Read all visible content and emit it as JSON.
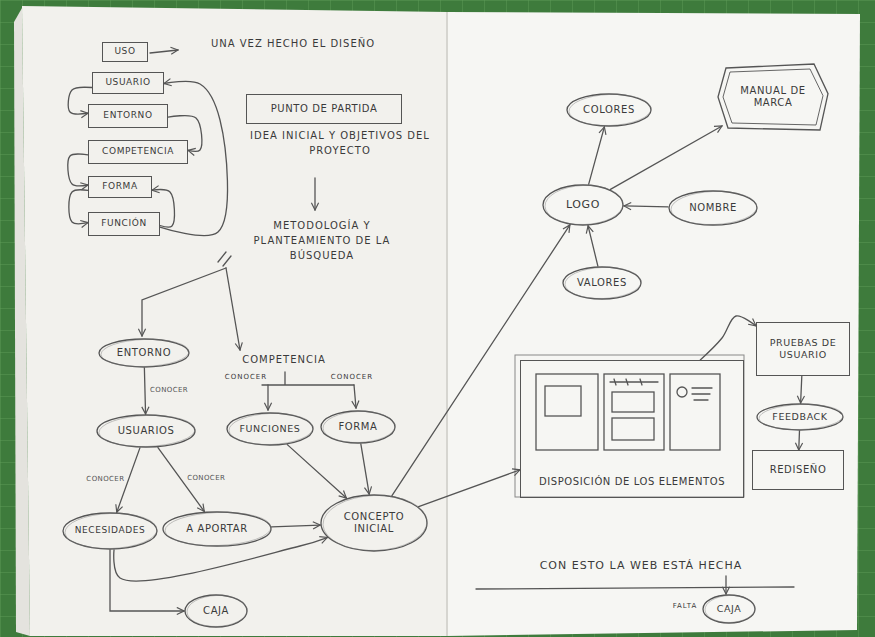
{
  "diagram": {
    "nodes": [
      {
        "text": [
          "USO"
        ]
      },
      {
        "text": [
          "USUARIO"
        ]
      },
      {
        "text": [
          "ENTORNO"
        ]
      },
      {
        "text": [
          "COMPETENCIA"
        ]
      },
      {
        "text": [
          "FORMA"
        ]
      },
      {
        "text": [
          "FUNCIÓN"
        ]
      },
      {
        "text": [
          "PUNTO DE PARTIDA"
        ]
      },
      {
        "text": [
          "ENTORNO"
        ]
      },
      {
        "text": [
          "USUARIOS"
        ]
      },
      {
        "text": [
          "FUNCIONES"
        ]
      },
      {
        "text": [
          "FORMA"
        ]
      },
      {
        "text": [
          "NECESIDADES"
        ]
      },
      {
        "text": [
          "A APORTAR"
        ]
      },
      {
        "text": [
          "CONCEPTO INICIAL"
        ]
      },
      {
        "text": [
          "CAJA"
        ]
      },
      {
        "text": [
          "COLORES"
        ]
      },
      {
        "text": [
          "MANUAL DE MARCA"
        ]
      },
      {
        "text": [
          "LOGO"
        ]
      },
      {
        "text": [
          "NOMBRE"
        ]
      },
      {
        "text": [
          "VALORES"
        ]
      },
      {
        "text": [
          "DISPOSICIÓN DE LOS ELEMENTOS"
        ]
      },
      {
        "text": [
          "PRUEBAS DE USUARIO"
        ]
      },
      {
        "text": [
          "FEEDBACK"
        ]
      },
      {
        "text": [
          "REDISEÑO"
        ]
      },
      {
        "text": [
          "CAJA"
        ]
      }
    ],
    "edges": [
      {
        "from": 1,
        "to": 2,
        "arrow": "to"
      },
      {
        "from": 2,
        "to": 3,
        "arrow": "to"
      },
      {
        "from": 3,
        "to": 4,
        "arrow": "to"
      },
      {
        "from": 4,
        "to": 5,
        "arrow": "to"
      },
      {
        "from": 5,
        "to": 1,
        "arrow": "to"
      },
      {
        "from": 5,
        "to": 4,
        "arrow": "to"
      },
      {
        "from": 7,
        "to": 8,
        "label": "CONOCER",
        "arrow": "to"
      },
      {
        "from": 8,
        "to": 11,
        "label": "CONOCER",
        "arrow": "to"
      },
      {
        "from": 8,
        "to": 12,
        "label": "CONOCER",
        "arrow": "to"
      },
      {
        "from": 9,
        "to": 13,
        "arrow": "to"
      },
      {
        "from": 10,
        "to": 13,
        "arrow": "to"
      },
      {
        "from": 12,
        "to": 13,
        "arrow": "to"
      },
      {
        "from": 11,
        "to": 13,
        "arrow": "to"
      },
      {
        "from": 11,
        "to": 14,
        "arrow": "to"
      },
      {
        "from": 13,
        "to": 20,
        "arrow": "to"
      },
      {
        "from": 13,
        "to": 17,
        "arrow": "to"
      },
      {
        "from": 17,
        "to": 15,
        "arrow": "to"
      },
      {
        "from": 17,
        "to": 16,
        "arrow": "to"
      },
      {
        "from": 18,
        "to": 17,
        "arrow": "to"
      },
      {
        "from": 19,
        "to": 17,
        "arrow": "to"
      },
      {
        "from": 20,
        "to": 21,
        "arrow": "to"
      },
      {
        "from": 21,
        "to": 22,
        "arrow": "to"
      },
      {
        "from": 22,
        "to": 23,
        "arrow": "to"
      }
    ],
    "labels": [
      "UNA VEZ HECHO EL DISEÑO",
      "IDEA INICIAL Y OBJETIVOS DEL PROYECTO",
      "METODOLOGÍA Y PLANTEAMIENTO DE LA BÚSQUEDA",
      "COMPETENCIA",
      "CONOCER",
      "CONOCER",
      "CON ESTO LA WEB ESTÁ HECHA",
      "FALTA"
    ]
  }
}
